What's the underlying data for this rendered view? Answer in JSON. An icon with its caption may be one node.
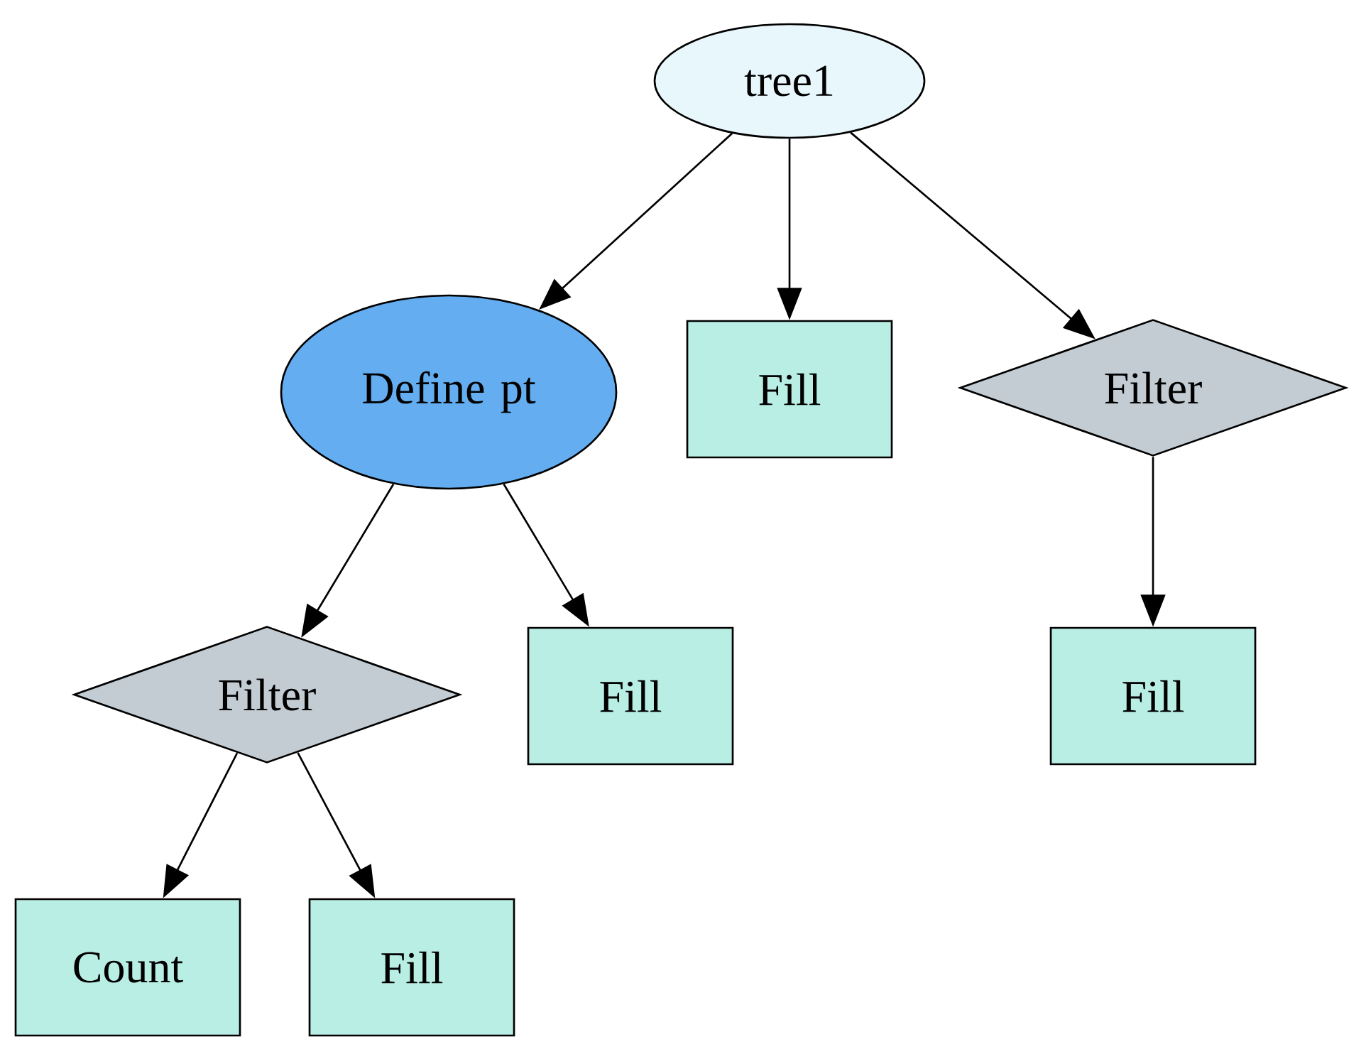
{
  "diagram": {
    "nodes": [
      {
        "text": [
          "tree1"
        ]
      },
      {
        "text": [
          "Define pt"
        ]
      },
      {
        "text": [
          "Fill"
        ]
      },
      {
        "text": [
          "Filter"
        ]
      },
      {
        "text": [
          "Filter"
        ]
      },
      {
        "text": [
          "Fill"
        ]
      },
      {
        "text": [
          "Fill"
        ]
      },
      {
        "text": [
          "Count"
        ]
      },
      {
        "text": [
          "Fill"
        ]
      }
    ],
    "edges": [
      {
        "from": 0,
        "to": 1,
        "arrow": "to"
      },
      {
        "from": 0,
        "to": 2,
        "arrow": "to"
      },
      {
        "from": 0,
        "to": 3,
        "arrow": "to"
      },
      {
        "from": 1,
        "to": 4,
        "arrow": "to"
      },
      {
        "from": 1,
        "to": 5,
        "arrow": "to"
      },
      {
        "from": 3,
        "to": 6,
        "arrow": "to"
      },
      {
        "from": 4,
        "to": 7,
        "arrow": "to"
      },
      {
        "from": 4,
        "to": 8,
        "arrow": "to"
      }
    ]
  }
}
